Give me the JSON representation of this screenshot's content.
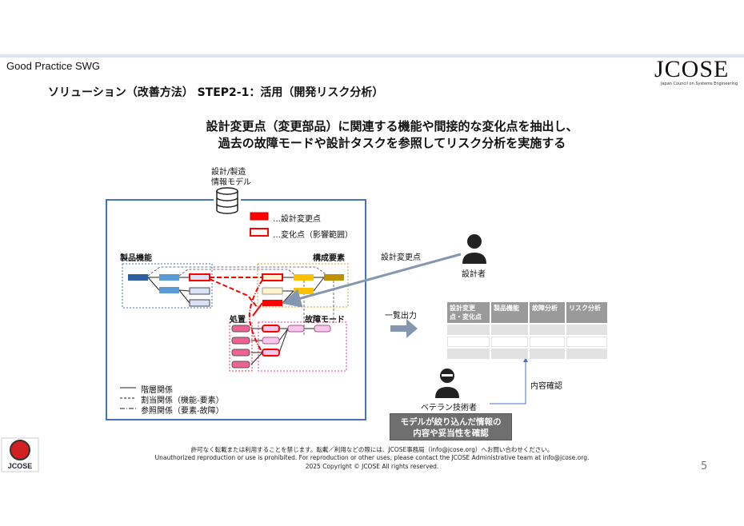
{
  "header": {
    "org": "Good Practice SWG",
    "logo_text": "JCOSE",
    "logo_subtitle": "Japan Council on Systems Engineering",
    "title": "ソリューション（改善方法） STEP2-1：活用（開発リスク分析）"
  },
  "headline": [
    "設計変更点（変更部品）に関連する機能や間接的な変化点を抽出し、",
    "過去の故障モードや設計タスクを参照してリスク分析を実施する"
  ],
  "diagram": {
    "db_label": [
      "設計/製造",
      "情報モデル"
    ],
    "legend_nodes": [
      {
        "label": "…設計変更点"
      },
      {
        "label": "…変化点（影響範囲）"
      }
    ],
    "groups": {
      "function": "製品機能",
      "element": "構成要素",
      "treatment": "処置",
      "failure": "故障モード"
    },
    "legend_lines": [
      "階層関係",
      "割当関係（機能-要素）",
      "参照関係（要素-故障）"
    ],
    "designer_input": "設計変更点",
    "designer": "設計者",
    "output_label": "一覧出力",
    "review_label": "内容確認",
    "veteran": "ベテラン技術者",
    "veteran_note": [
      "モデルが絞り込んだ情報の",
      "内容や妥当性を確認"
    ]
  },
  "table": {
    "headers": [
      "設計変更点・変化点",
      "製品機能",
      "故障分析",
      "リスク分析"
    ],
    "rows": 3
  },
  "colors": {
    "frame": "#4472c4",
    "change": "#ff0000",
    "arrow": "#8497b0"
  },
  "footer": [
    "許可なく転載または利用することを禁じます。転載／利用などの際には、JCOSE事務局（info@jcose.org）へお問い合わせください。",
    "Unauthorized reproduction or use is prohibited.  For reproduction or other uses, please contact the JCOSE Administrative team at info@jcose.org.",
    "2025 Copyright © JCOSE All rights reserved."
  ],
  "page_number": "5"
}
